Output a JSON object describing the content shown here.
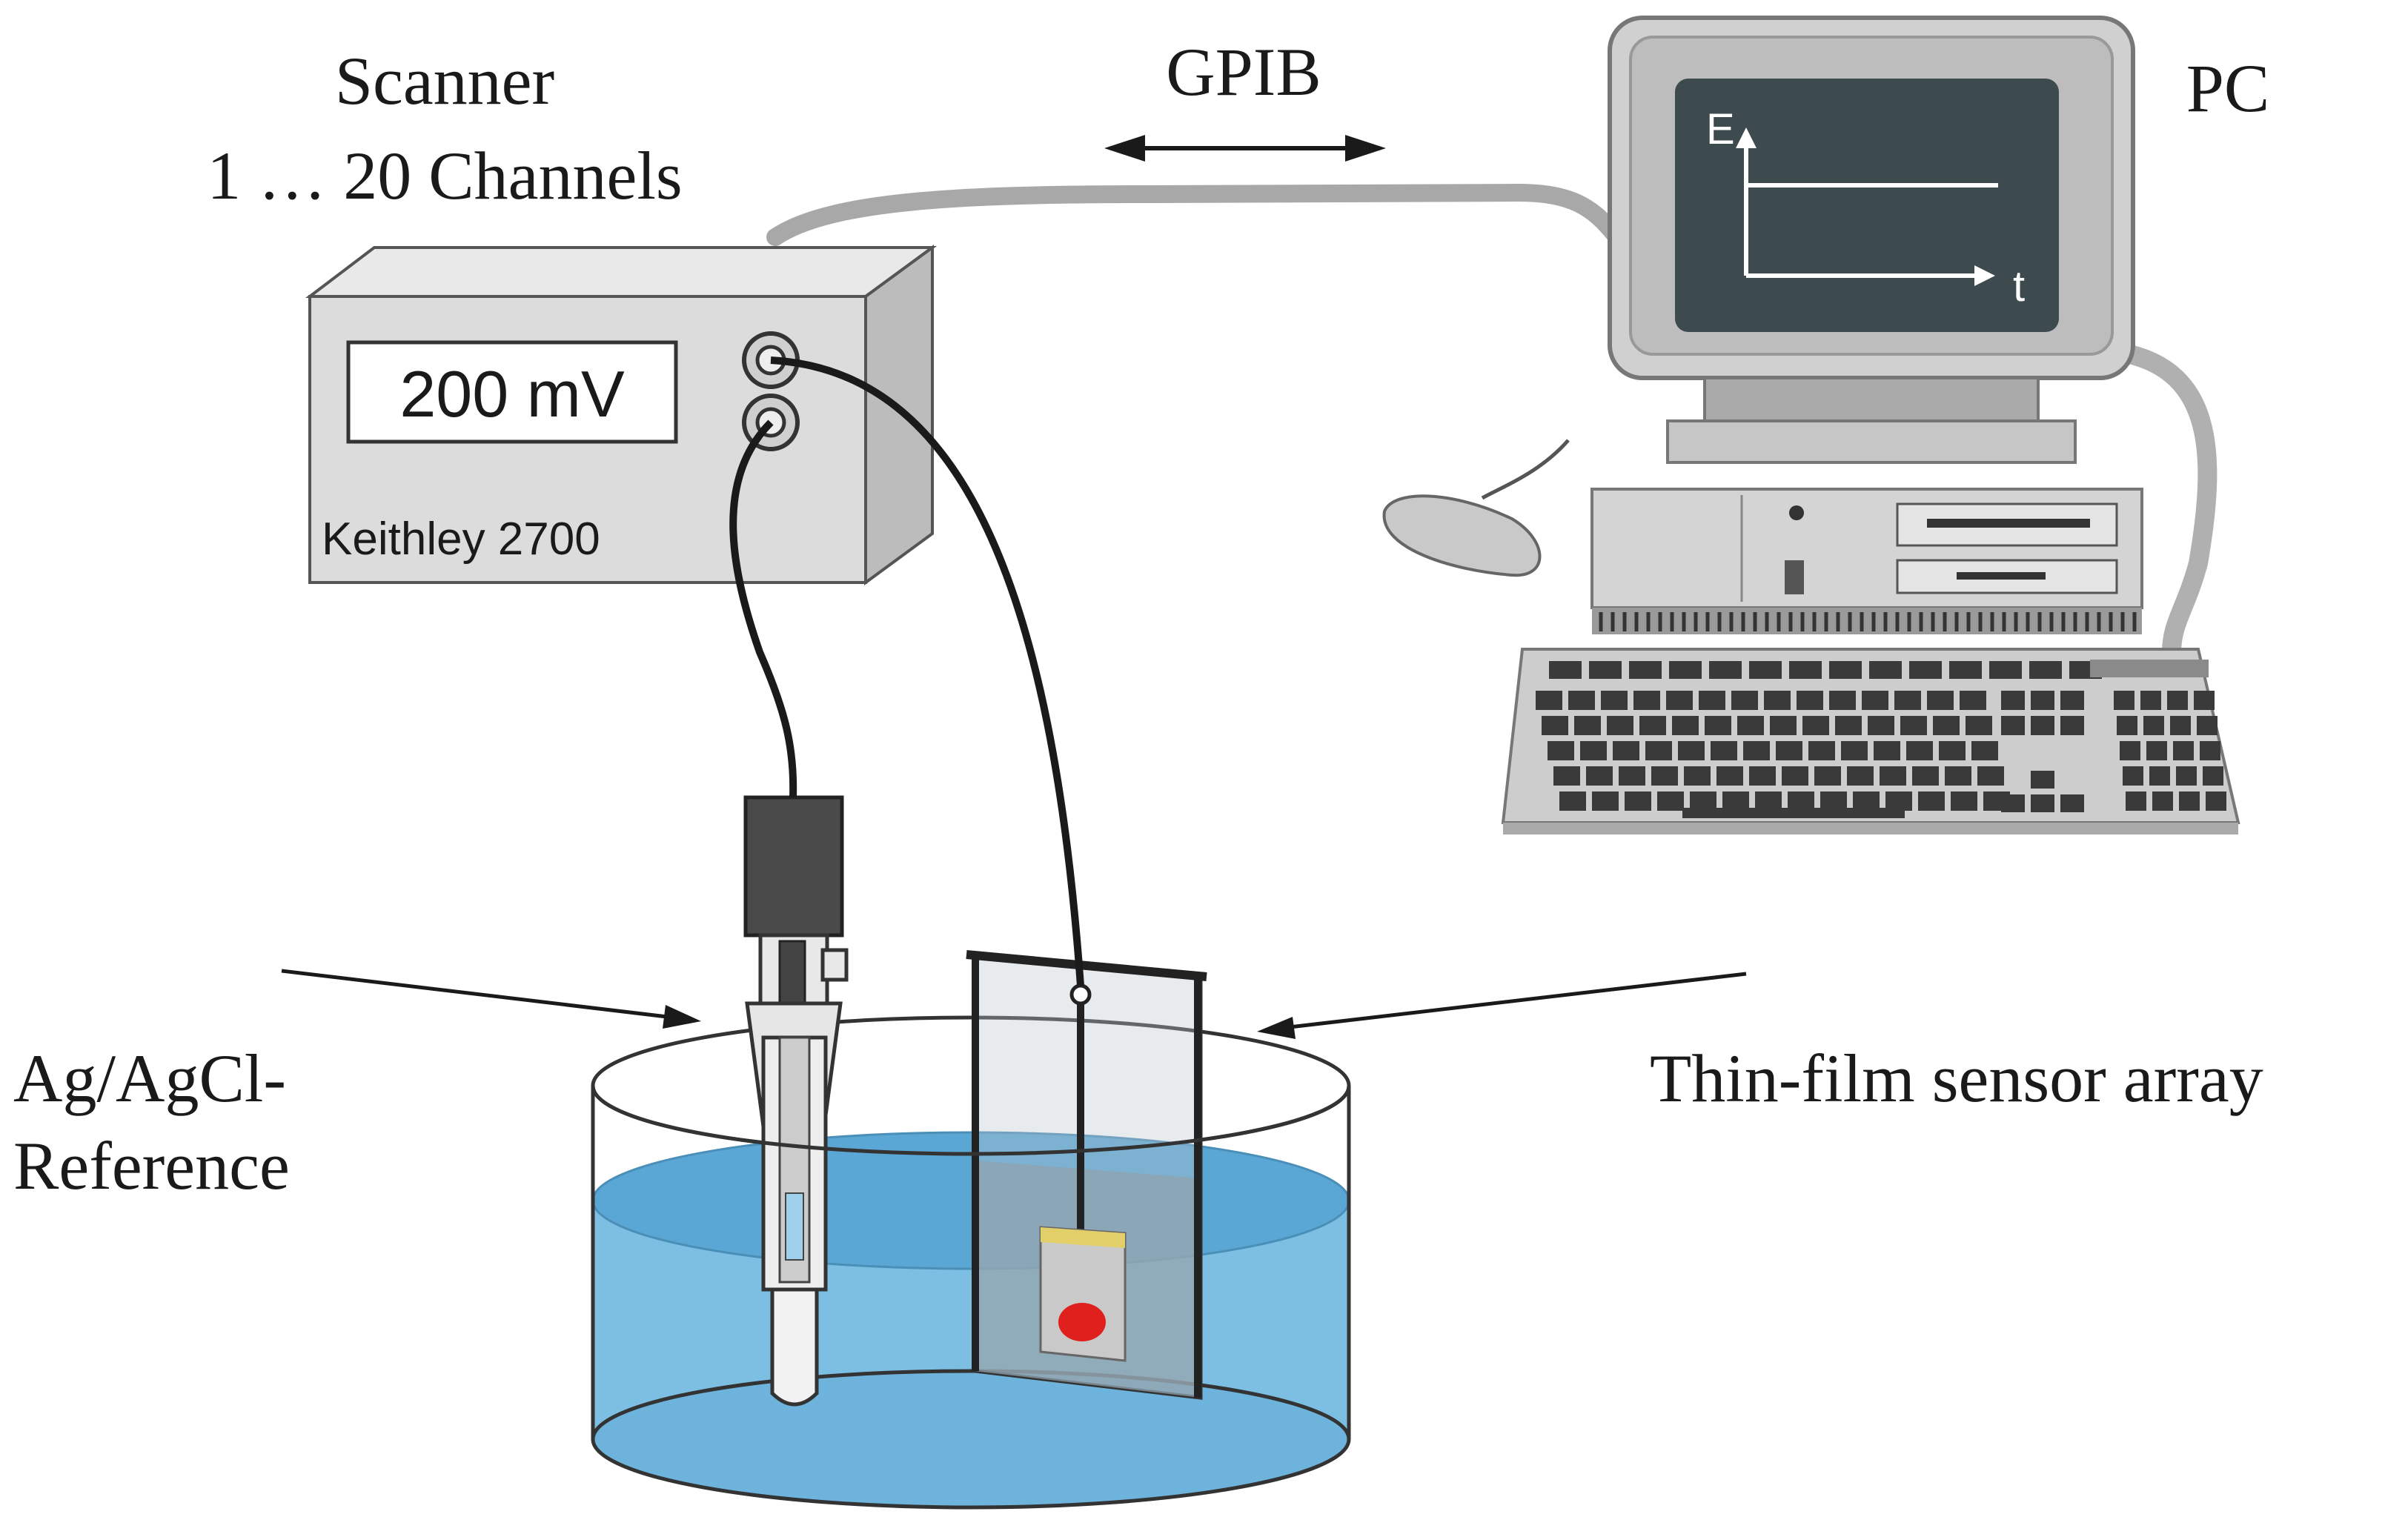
{
  "labels": {
    "scanner_title": "Scanner",
    "scanner_channels": "1 … 20 Channels",
    "gpib": "GPIB",
    "pc": "PC",
    "reference_line1": "Ag/AgCl-",
    "reference_line2": "Reference",
    "sensor_array": "Thin-film sensor array"
  },
  "instrument": {
    "display_value": "200 mV",
    "model": "Keithley 2700"
  },
  "screen_plot": {
    "y_axis": "E",
    "x_axis": "t"
  },
  "colors": {
    "water": "#7cbfe3",
    "water_surface": "#5aa6d4",
    "device_body": "#d4d4d4",
    "device_dark": "#9a9a9a",
    "screen": "#3d4a4e",
    "sensor_dot": "#e0201c",
    "sensor_strip": "#e2cf6a"
  }
}
